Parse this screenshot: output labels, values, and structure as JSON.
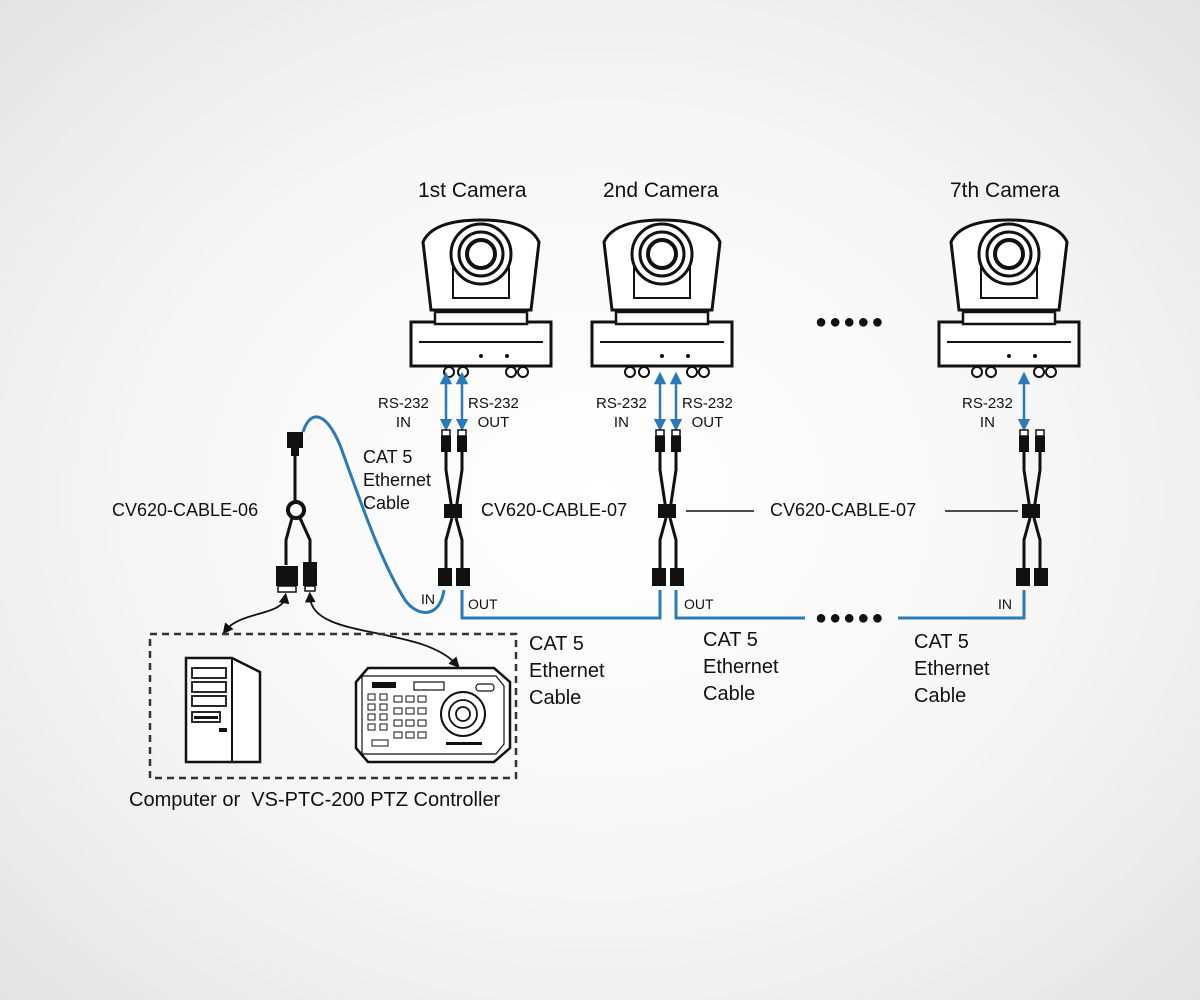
{
  "cameras": [
    {
      "title": "1st Camera"
    },
    {
      "title": "2nd Camera"
    },
    {
      "title": "7th Camera"
    }
  ],
  "rs232": {
    "in": "RS-232\nIN",
    "out": "RS-232\nOUT"
  },
  "cables": {
    "cable06": "CV620-CABLE-06",
    "cable07_a": "CV620-CABLE-07",
    "cable07_b": "CV620-CABLE-07"
  },
  "cat5_label": "CAT 5\nEthernet\nCable",
  "ports": {
    "in": "IN",
    "out": "OUT"
  },
  "ellipsis": "●●●●●",
  "caption": "Computer or  VS-PTC-200 PTZ Controller",
  "colors": {
    "cable_blue": "#2a7ab8",
    "line": "#111111"
  }
}
